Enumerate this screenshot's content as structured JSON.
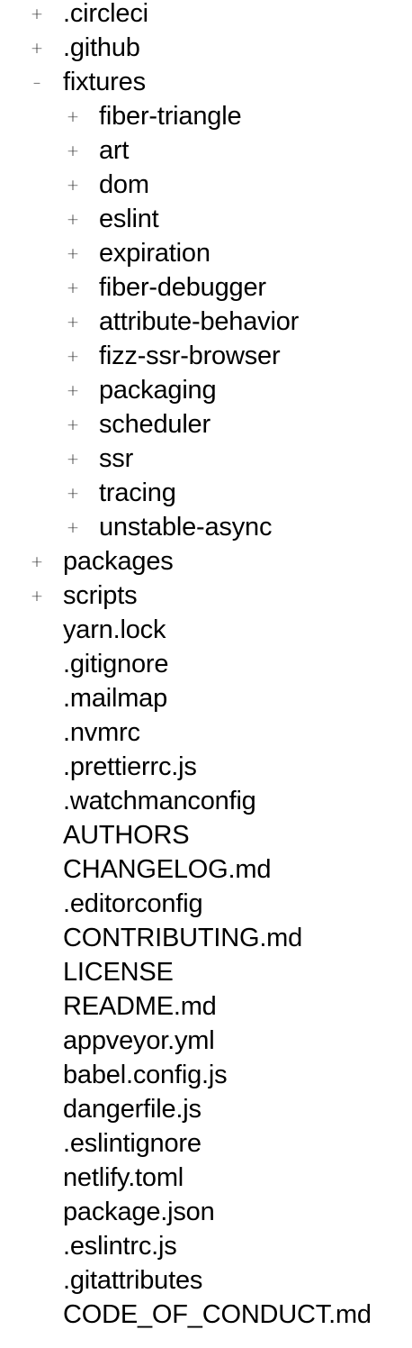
{
  "tree": {
    "items": [
      {
        "label": ".circleci",
        "level": 0,
        "type": "dir",
        "expanded": false,
        "toggle_symbol": "+",
        "icon": "plus-icon"
      },
      {
        "label": ".github",
        "level": 0,
        "type": "dir",
        "expanded": false,
        "toggle_symbol": "+",
        "icon": "plus-icon"
      },
      {
        "label": "fixtures",
        "level": 0,
        "type": "dir",
        "expanded": true,
        "toggle_symbol": "–",
        "icon": "minus-icon"
      },
      {
        "label": "fiber-triangle",
        "level": 1,
        "type": "dir",
        "expanded": false,
        "toggle_symbol": "+",
        "icon": "plus-icon"
      },
      {
        "label": "art",
        "level": 1,
        "type": "dir",
        "expanded": false,
        "toggle_symbol": "+",
        "icon": "plus-icon"
      },
      {
        "label": "dom",
        "level": 1,
        "type": "dir",
        "expanded": false,
        "toggle_symbol": "+",
        "icon": "plus-icon"
      },
      {
        "label": "eslint",
        "level": 1,
        "type": "dir",
        "expanded": false,
        "toggle_symbol": "+",
        "icon": "plus-icon"
      },
      {
        "label": "expiration",
        "level": 1,
        "type": "dir",
        "expanded": false,
        "toggle_symbol": "+",
        "icon": "plus-icon"
      },
      {
        "label": "fiber-debugger",
        "level": 1,
        "type": "dir",
        "expanded": false,
        "toggle_symbol": "+",
        "icon": "plus-icon"
      },
      {
        "label": "attribute-behavior",
        "level": 1,
        "type": "dir",
        "expanded": false,
        "toggle_symbol": "+",
        "icon": "plus-icon"
      },
      {
        "label": "fizz-ssr-browser",
        "level": 1,
        "type": "dir",
        "expanded": false,
        "toggle_symbol": "+",
        "icon": "plus-icon"
      },
      {
        "label": "packaging",
        "level": 1,
        "type": "dir",
        "expanded": false,
        "toggle_symbol": "+",
        "icon": "plus-icon"
      },
      {
        "label": "scheduler",
        "level": 1,
        "type": "dir",
        "expanded": false,
        "toggle_symbol": "+",
        "icon": "plus-icon"
      },
      {
        "label": "ssr",
        "level": 1,
        "type": "dir",
        "expanded": false,
        "toggle_symbol": "+",
        "icon": "plus-icon"
      },
      {
        "label": "tracing",
        "level": 1,
        "type": "dir",
        "expanded": false,
        "toggle_symbol": "+",
        "icon": "plus-icon"
      },
      {
        "label": "unstable-async",
        "level": 1,
        "type": "dir",
        "expanded": false,
        "toggle_symbol": "+",
        "icon": "plus-icon"
      },
      {
        "label": "packages",
        "level": 0,
        "type": "dir",
        "expanded": false,
        "toggle_symbol": "+",
        "icon": "plus-icon"
      },
      {
        "label": "scripts",
        "level": 0,
        "type": "dir",
        "expanded": false,
        "toggle_symbol": "+",
        "icon": "plus-icon"
      },
      {
        "label": "yarn.lock",
        "level": 0,
        "type": "file"
      },
      {
        "label": ".gitignore",
        "level": 0,
        "type": "file"
      },
      {
        "label": ".mailmap",
        "level": 0,
        "type": "file"
      },
      {
        "label": ".nvmrc",
        "level": 0,
        "type": "file"
      },
      {
        "label": ".prettierrc.js",
        "level": 0,
        "type": "file"
      },
      {
        "label": ".watchmanconfig",
        "level": 0,
        "type": "file"
      },
      {
        "label": "AUTHORS",
        "level": 0,
        "type": "file"
      },
      {
        "label": "CHANGELOG.md",
        "level": 0,
        "type": "file"
      },
      {
        "label": ".editorconfig",
        "level": 0,
        "type": "file"
      },
      {
        "label": "CONTRIBUTING.md",
        "level": 0,
        "type": "file"
      },
      {
        "label": "LICENSE",
        "level": 0,
        "type": "file"
      },
      {
        "label": "README.md",
        "level": 0,
        "type": "file"
      },
      {
        "label": "appveyor.yml",
        "level": 0,
        "type": "file"
      },
      {
        "label": "babel.config.js",
        "level": 0,
        "type": "file"
      },
      {
        "label": "dangerfile.js",
        "level": 0,
        "type": "file"
      },
      {
        "label": ".eslintignore",
        "level": 0,
        "type": "file"
      },
      {
        "label": "netlify.toml",
        "level": 0,
        "type": "file"
      },
      {
        "label": "package.json",
        "level": 0,
        "type": "file"
      },
      {
        "label": ".eslintrc.js",
        "level": 0,
        "type": "file"
      },
      {
        "label": ".gitattributes",
        "level": 0,
        "type": "file"
      },
      {
        "label": "CODE_OF_CONDUCT.md",
        "level": 0,
        "type": "file"
      }
    ]
  }
}
